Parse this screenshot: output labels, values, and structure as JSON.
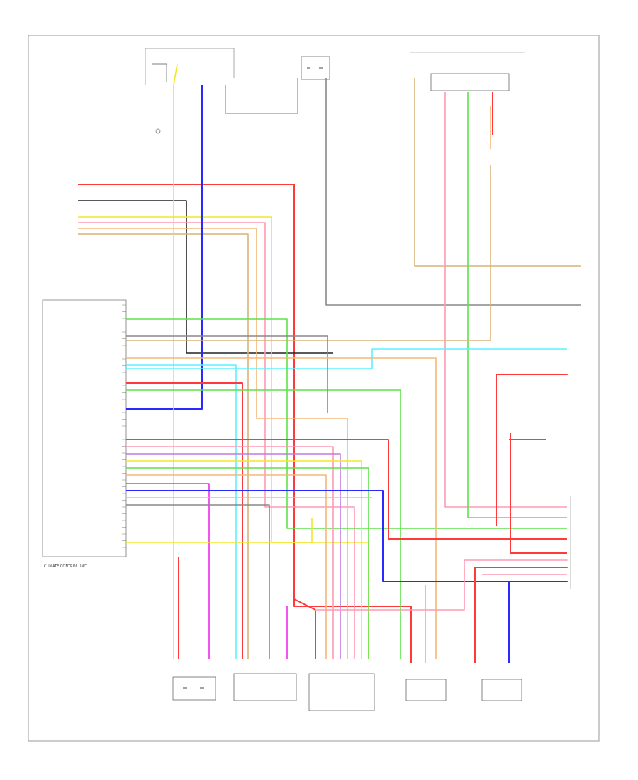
{
  "diagram": {
    "control_unit_label": "CLIMATE CONTROL UNIT",
    "footer_code": "",
    "colors": {
      "red": "#ff3a3a",
      "pink": "#ff9ab4",
      "yellow": "#f2e62a",
      "green": "#5ee24a",
      "blue": "#2a2aff",
      "cyan": "#5cf0ff",
      "magenta": "#ee2aee",
      "orange": "#f3b878",
      "tan": "#d9b37a",
      "black": "#222222",
      "gray": "#888888",
      "white": "#cccccc",
      "violet": "#c07be0"
    },
    "components": [
      {
        "id": "aq-sensor",
        "label": ""
      },
      {
        "id": "blower-motor",
        "label": ""
      },
      {
        "id": "relay-box",
        "label": ""
      },
      {
        "id": "power-transistor",
        "label": ""
      },
      {
        "id": "evaporator-sensor",
        "label": ""
      },
      {
        "id": "mode-motor",
        "label": ""
      },
      {
        "id": "air-mix-motor",
        "label": ""
      },
      {
        "id": "temp-sensor-left",
        "label": ""
      },
      {
        "id": "temp-sensor-right",
        "label": ""
      },
      {
        "id": "junction-connector",
        "label": ""
      }
    ]
  }
}
